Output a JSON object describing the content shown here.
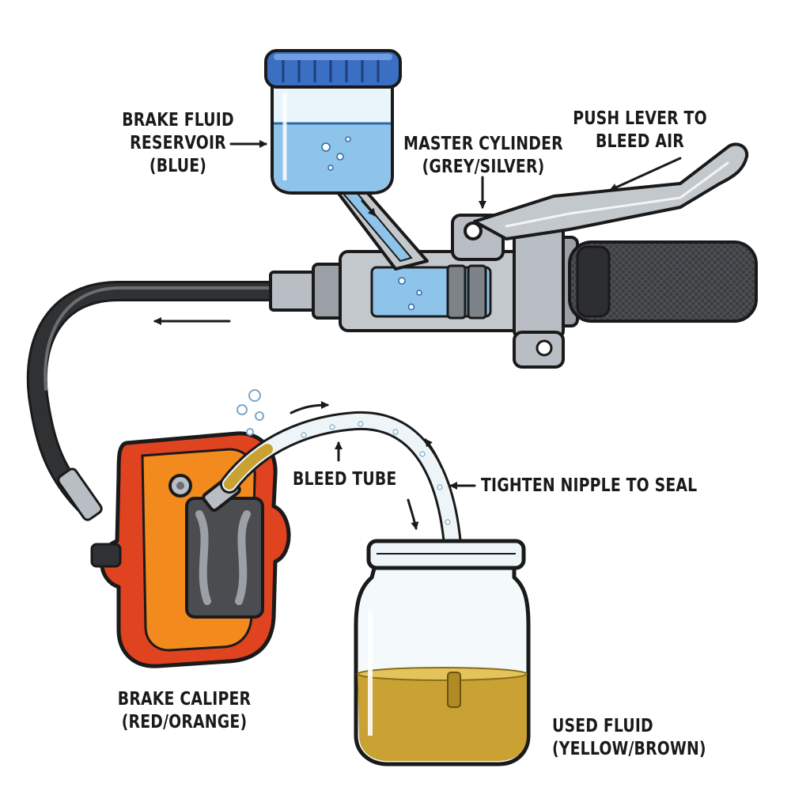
{
  "labels": {
    "reservoir": [
      "BRAKE FLUID",
      "RESERVOIR",
      "(BLUE)"
    ],
    "master_cylinder": [
      "MASTER CYLINDER",
      "(GREY/SILVER)"
    ],
    "push_lever": [
      "PUSH LEVER TO",
      "BLEED AIR"
    ],
    "bleed_tube": "BLEED TUBE",
    "tighten": "TIGHTEN NIPPLE TO SEAL",
    "caliper": [
      "BRAKE CALIPER",
      "(RED/ORANGE)"
    ],
    "used_fluid": [
      "USED FLUID",
      "(YELLOW/BROWN)"
    ]
  },
  "colors": {
    "reservoir_cap": "#3a6fc4",
    "brake_fluid": "#8ec3ea",
    "metal": "#b9bec4",
    "caliper": "#e0431f",
    "caliper_highlight": "#f28a1e",
    "used_fluid": "#c9a233",
    "grip": "#3b3d40",
    "hose": "#2f3133"
  },
  "icons": [
    "reservoir-icon",
    "master-cylinder-icon",
    "brake-lever-icon",
    "handlebar-grip-icon",
    "brake-hose-icon",
    "brake-caliper-icon",
    "bleed-tube-icon",
    "collection-jar-icon"
  ]
}
